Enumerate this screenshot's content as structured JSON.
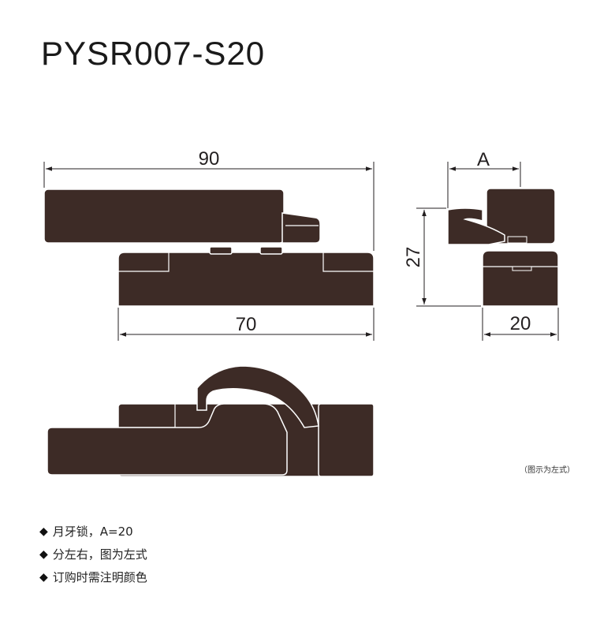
{
  "title": "PYSR007-S20",
  "dimensions": {
    "front_width_total": "90",
    "front_width_base": "70",
    "side_a": "A",
    "side_height": "27",
    "side_width": "20"
  },
  "note": "（图示为左式）",
  "features": [
    {
      "bullet": "◆",
      "text": "月牙锁，A=20"
    },
    {
      "bullet": "◆",
      "text": "分左右，图为左式"
    },
    {
      "bullet": "◆",
      "text": "订购时需注明颜色"
    }
  ],
  "colors": {
    "body_fill": "#3d2b26",
    "line": "#231f20",
    "background": "#ffffff"
  }
}
